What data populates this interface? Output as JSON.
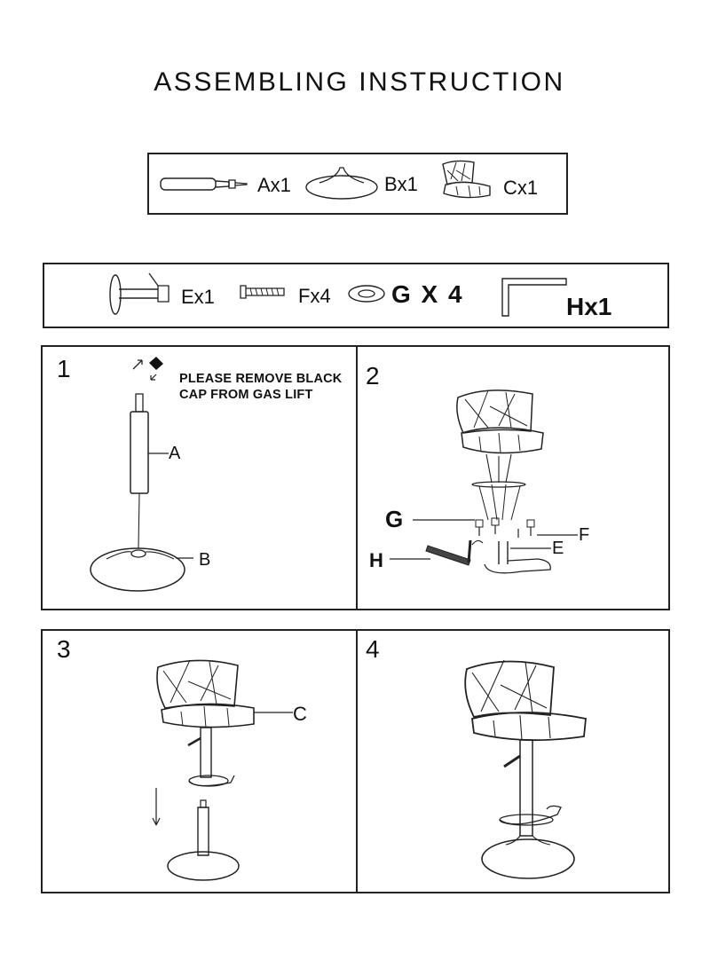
{
  "title": "ASSEMBLING INSTRUCTION",
  "parts_top": [
    {
      "label": "Ax1",
      "icon": "gas-lift-icon"
    },
    {
      "label": "Bx1",
      "icon": "base-icon"
    },
    {
      "label": "Cx1",
      "icon": "seat-icon"
    }
  ],
  "parts_bottom": [
    {
      "label": "Ex1",
      "icon": "footrest-icon"
    },
    {
      "label": "Fx4",
      "icon": "screw-icon"
    },
    {
      "label": "G X 4",
      "icon": "washer-icon"
    },
    {
      "label": "Hx1",
      "icon": "allen-key-icon"
    }
  ],
  "steps": [
    {
      "number": "1",
      "note_line1": "PLEASE REMOVE BLACK",
      "note_line2": "CAP FROM GAS LIFT",
      "labels": {
        "a": "A",
        "b": "B"
      }
    },
    {
      "number": "2",
      "labels": {
        "g": "G",
        "f": "F",
        "h": "H",
        "e": "E"
      }
    },
    {
      "number": "3",
      "labels": {
        "c": "C"
      }
    },
    {
      "number": "4"
    }
  ]
}
